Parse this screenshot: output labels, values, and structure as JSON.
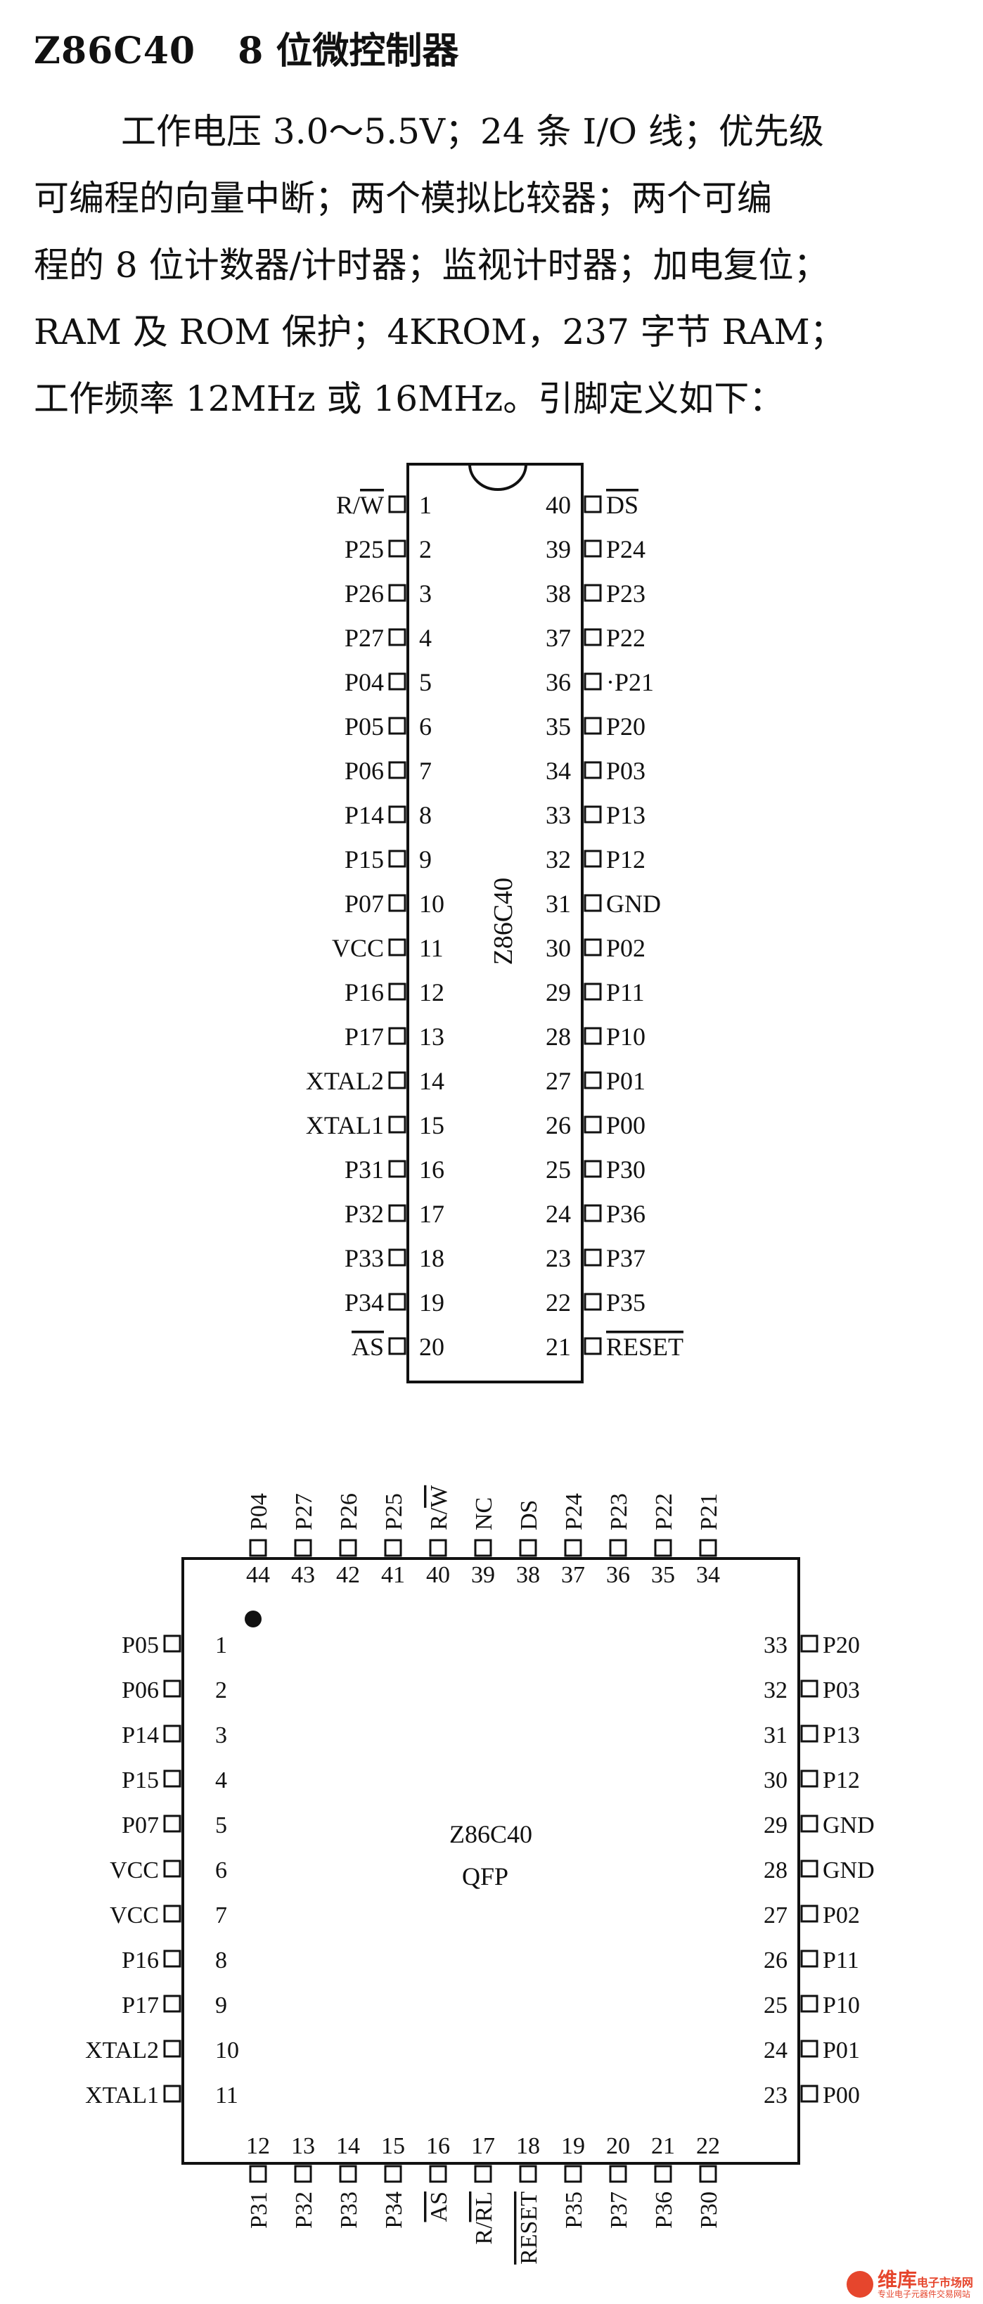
{
  "heading": {
    "part": "Z86C40",
    "title": "8 位微控制器"
  },
  "description": [
    "工作电压 3.0～5.5V；24 条 I/O 线；优先级",
    "可编程的向量中断；两个模拟比较器；两个可编",
    "程的 8 位计数器/计时器；监视计时器；加电复位；",
    "RAM 及 ROM 保护；4KROM，237 字节 RAM；",
    "工作频率 12MHz 或 16MHz。引脚定义如下："
  ],
  "dip": {
    "label": "Z86C40",
    "left_pins": [
      {
        "num": "1",
        "name": "R/W",
        "over": "W"
      },
      {
        "num": "2",
        "name": "P25"
      },
      {
        "num": "3",
        "name": "P26"
      },
      {
        "num": "4",
        "name": "P27"
      },
      {
        "num": "5",
        "name": "P04"
      },
      {
        "num": "6",
        "name": "P05"
      },
      {
        "num": "7",
        "name": "P06"
      },
      {
        "num": "8",
        "name": "P14"
      },
      {
        "num": "9",
        "name": "P15"
      },
      {
        "num": "10",
        "name": "P07"
      },
      {
        "num": "11",
        "name": "VCC"
      },
      {
        "num": "12",
        "name": "P16"
      },
      {
        "num": "13",
        "name": "P17"
      },
      {
        "num": "14",
        "name": "XTAL2"
      },
      {
        "num": "15",
        "name": "XTAL1"
      },
      {
        "num": "16",
        "name": "P31"
      },
      {
        "num": "17",
        "name": "P32"
      },
      {
        "num": "18",
        "name": "P33"
      },
      {
        "num": "19",
        "name": "P34"
      },
      {
        "num": "20",
        "name": "AS",
        "over": "AS"
      }
    ],
    "right_pins": [
      {
        "num": "40",
        "name": "DS",
        "over": "DS"
      },
      {
        "num": "39",
        "name": "P24"
      },
      {
        "num": "38",
        "name": "P23"
      },
      {
        "num": "37",
        "name": "P22"
      },
      {
        "num": "36",
        "name": "·P21"
      },
      {
        "num": "35",
        "name": "P20"
      },
      {
        "num": "34",
        "name": "P03"
      },
      {
        "num": "33",
        "name": "P13"
      },
      {
        "num": "32",
        "name": "P12"
      },
      {
        "num": "31",
        "name": "GND"
      },
      {
        "num": "30",
        "name": "P02"
      },
      {
        "num": "29",
        "name": "P11"
      },
      {
        "num": "28",
        "name": "P10"
      },
      {
        "num": "27",
        "name": "P01"
      },
      {
        "num": "26",
        "name": "P00"
      },
      {
        "num": "25",
        "name": "P30"
      },
      {
        "num": "24",
        "name": "P36"
      },
      {
        "num": "23",
        "name": "P37"
      },
      {
        "num": "22",
        "name": "P35"
      },
      {
        "num": "21",
        "name": "RESET",
        "over": "RESET"
      }
    ]
  },
  "qfp": {
    "label": "Z86C40",
    "package": "QFP",
    "top_pins": [
      {
        "num": "44",
        "name": "P04"
      },
      {
        "num": "43",
        "name": "P27"
      },
      {
        "num": "42",
        "name": "P26"
      },
      {
        "num": "41",
        "name": "P25"
      },
      {
        "num": "40",
        "name": "R/W",
        "over": "W"
      },
      {
        "num": "39",
        "name": "NC"
      },
      {
        "num": "38",
        "name": "DS"
      },
      {
        "num": "37",
        "name": "P24"
      },
      {
        "num": "36",
        "name": "P23"
      },
      {
        "num": "35",
        "name": "P22"
      },
      {
        "num": "34",
        "name": "P21"
      }
    ],
    "left_pins": [
      {
        "num": "1",
        "name": "P05"
      },
      {
        "num": "2",
        "name": "P06"
      },
      {
        "num": "3",
        "name": "P14"
      },
      {
        "num": "4",
        "name": "P15"
      },
      {
        "num": "5",
        "name": "P07"
      },
      {
        "num": "6",
        "name": "VCC"
      },
      {
        "num": "7",
        "name": "VCC"
      },
      {
        "num": "8",
        "name": "P16"
      },
      {
        "num": "9",
        "name": "P17"
      },
      {
        "num": "10",
        "name": "XTAL2"
      },
      {
        "num": "11",
        "name": "XTAL1"
      }
    ],
    "right_pins": [
      {
        "num": "33",
        "name": "P20"
      },
      {
        "num": "32",
        "name": "P03"
      },
      {
        "num": "31",
        "name": "P13"
      },
      {
        "num": "30",
        "name": "P12"
      },
      {
        "num": "29",
        "name": "GND"
      },
      {
        "num": "28",
        "name": "GND"
      },
      {
        "num": "27",
        "name": "P02"
      },
      {
        "num": "26",
        "name": "P11"
      },
      {
        "num": "25",
        "name": "P10"
      },
      {
        "num": "24",
        "name": "P01"
      },
      {
        "num": "23",
        "name": "P00"
      }
    ],
    "bottom_pins": [
      {
        "num": "12",
        "name": "P31"
      },
      {
        "num": "13",
        "name": "P32"
      },
      {
        "num": "14",
        "name": "P33"
      },
      {
        "num": "15",
        "name": "P34"
      },
      {
        "num": "16",
        "name": "AS",
        "over": "AS"
      },
      {
        "num": "17",
        "name": "R/RL",
        "over": "RL"
      },
      {
        "num": "18",
        "name": "/RESET",
        "over": "RESET"
      },
      {
        "num": "19",
        "name": "P35"
      },
      {
        "num": "20",
        "name": "P37"
      },
      {
        "num": "21",
        "name": "P36"
      },
      {
        "num": "22",
        "name": "P30"
      }
    ]
  },
  "watermark": {
    "brand": "维库",
    "tag": "电子市场网",
    "sub": "专业电子元器件交易网站"
  }
}
